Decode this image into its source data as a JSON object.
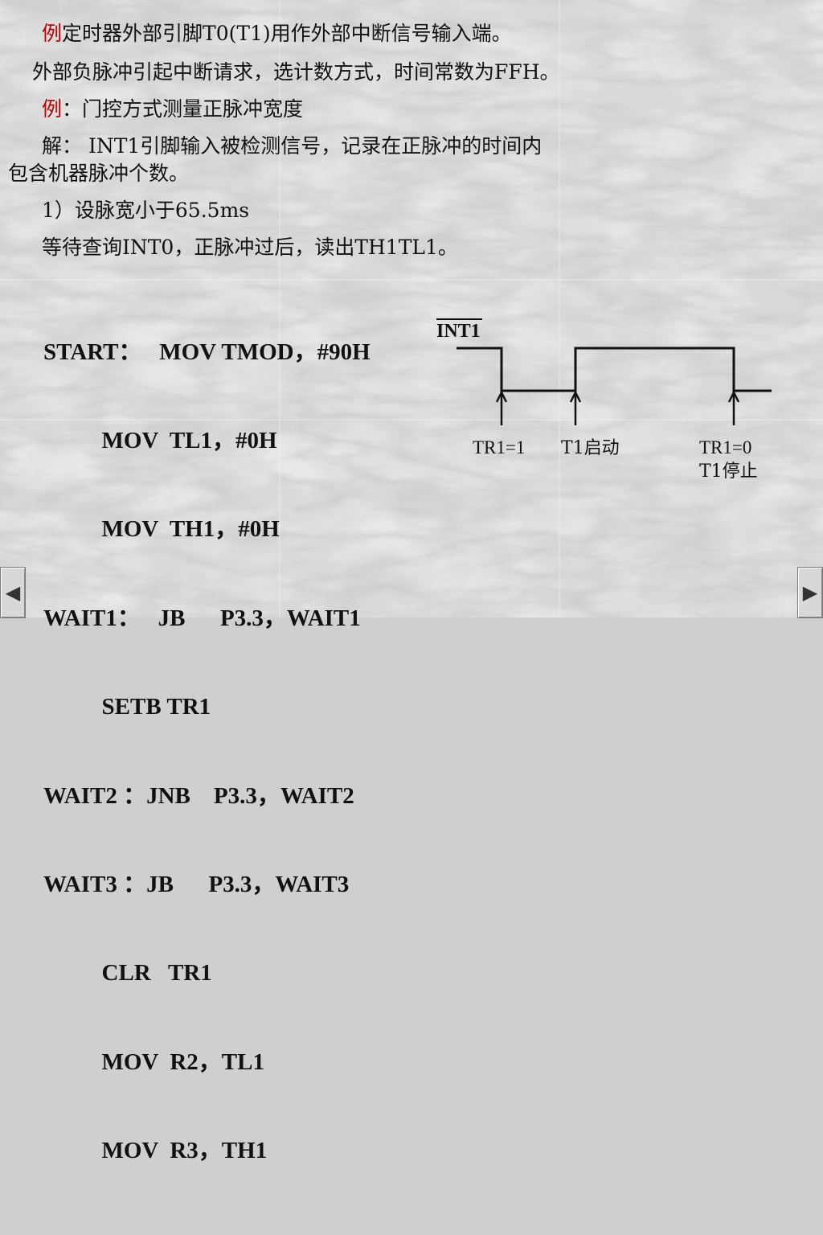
{
  "slide": {
    "line1": {
      "prefix": "例",
      "text": "定时器外部引脚T0(T1)用作外部中断信号输入端。"
    },
    "line2": "外部负脉冲引起中断请求，选计数方式，时间常数为FFH。",
    "line3": {
      "prefix": "例",
      "text": "：门控方式测量正脉冲宽度"
    },
    "line4": "解：  INT1引脚输入被检测信号，记录在正脉冲的时间内",
    "line5": "包含机器脉冲个数。",
    "line6": "1）设脉宽小于65.5ms",
    "line7": "等待查询INT0，正脉冲过后，读出TH1TL1。"
  },
  "code": {
    "lines": [
      "START：   MOV TMOD，#90H",
      "          MOV  TL1，#0H",
      "          MOV  TH1，#0H",
      "WAIT1：   JB      P3.3，WAIT1",
      "          SETB TR1",
      "WAIT2 ：JNB    P3.3，WAIT2",
      "WAIT3 ：JB      P3.3，WAIT3",
      "          CLR   TR1",
      "          MOV  R2，TL1",
      "          MOV  R3，TH1",
      "                   …"
    ]
  },
  "diagram": {
    "signal_label": "INT1",
    "annotations": {
      "tr1_on": "TR1=1",
      "t1_start": "T1启动",
      "tr1_off": "TR1=0",
      "t1_stop": "T1停止"
    }
  },
  "nav": {
    "prev_icon": "◀",
    "next_icon": "▶"
  },
  "colors": {
    "accent_red": "#c00000",
    "text": "#111111"
  }
}
